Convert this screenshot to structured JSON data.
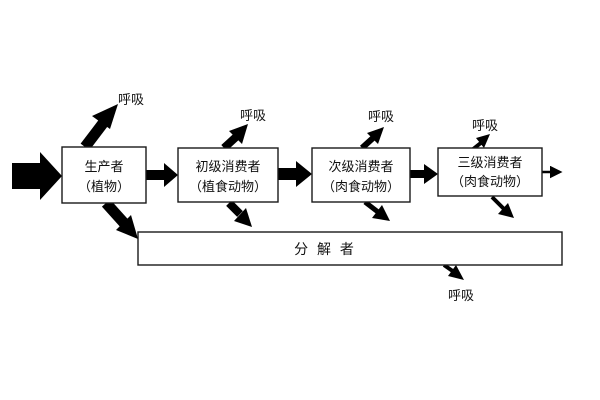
{
  "producer": {
    "line1": "生产者",
    "line2": "（植物）"
  },
  "primary_consumer": {
    "line1": "初级消费者",
    "line2": "（植食动物）"
  },
  "secondary_consumer": {
    "line1": "次级消费者",
    "line2": "（肉食动物）"
  },
  "tertiary_consumer": {
    "line1": "三级消费者",
    "line2": "（肉食动物）"
  },
  "decomposer": {
    "label": "分  解  者"
  },
  "respiration_label": "呼吸",
  "colors": {
    "arrow": "#000000",
    "box_stroke": "#1a1a1a",
    "background": "#ffffff"
  }
}
